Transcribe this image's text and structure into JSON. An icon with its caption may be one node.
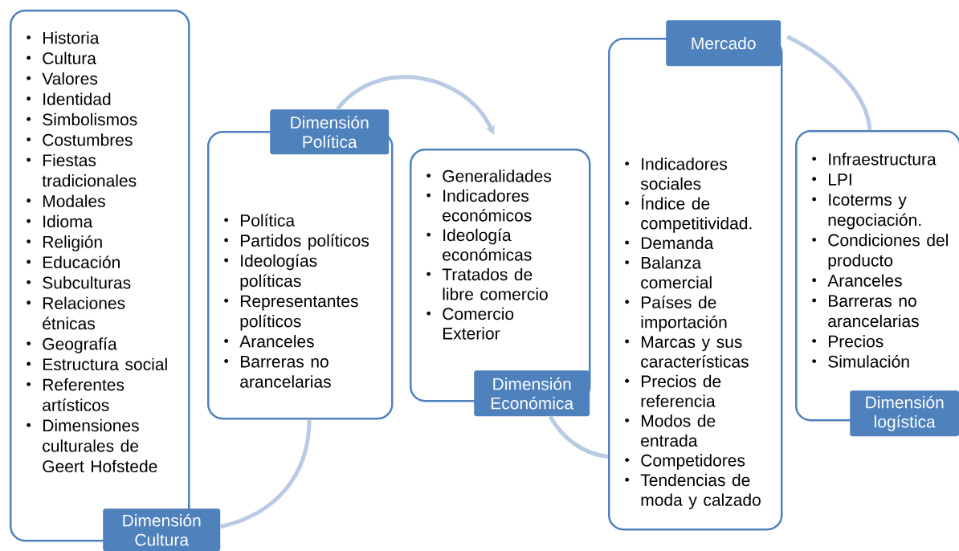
{
  "diagram": {
    "nodes": [
      {
        "text": [
          "Historia",
          "Cultura",
          "Valores",
          "Identidad",
          "Simbolismos",
          "Costumbres",
          "Fiestas tradicionales",
          "Modales",
          "Idioma",
          "Religión",
          "Educación",
          "Subculturas",
          "Relaciones étnicas",
          "Geografía",
          "Estructura social",
          "Referentes artísticos",
          "Dimensiones culturales de Geert Hofstede"
        ]
      },
      {
        "text": [
          "Dimensión Cultura"
        ]
      },
      {
        "text": [
          "Política",
          "Partidos políticos",
          "Ideologías políticas",
          "Representantes políticos",
          "Aranceles",
          "Barreras no arancelarias"
        ]
      },
      {
        "text": [
          "Dimensión Política"
        ]
      },
      {
        "text": [
          "Generalidades",
          "Indicadores económicos",
          "Ideología económicas",
          "Tratados de libre comercio",
          "Comercio Exterior"
        ]
      },
      {
        "text": [
          "Dimensión Económica"
        ]
      },
      {
        "text": [
          "Indicadores sociales",
          "Índice de competitividad.",
          "Demanda",
          "Balanza comercial",
          "Países de importación",
          "Marcas y sus características",
          "Precios de referencia",
          "Modos de entrada",
          "Competidores",
          "Tendencias de moda y calzado"
        ]
      },
      {
        "text": [
          "Mercado"
        ]
      },
      {
        "text": [
          "Infraestructura",
          "LPI",
          "Icoterms y negociación.",
          "Condiciones del producto",
          "Aranceles",
          "Barreras no arancelarias",
          "Precios",
          "Simulación"
        ]
      },
      {
        "text": [
          "Dimensión logística"
        ]
      }
    ],
    "edges": [
      {
        "from": 1,
        "to": 2,
        "arrow": "none"
      },
      {
        "from": 3,
        "to": 4,
        "arrow": "to"
      },
      {
        "from": 5,
        "to": 6,
        "arrow": "none"
      },
      {
        "from": 7,
        "to": 8,
        "arrow": "none"
      }
    ]
  }
}
